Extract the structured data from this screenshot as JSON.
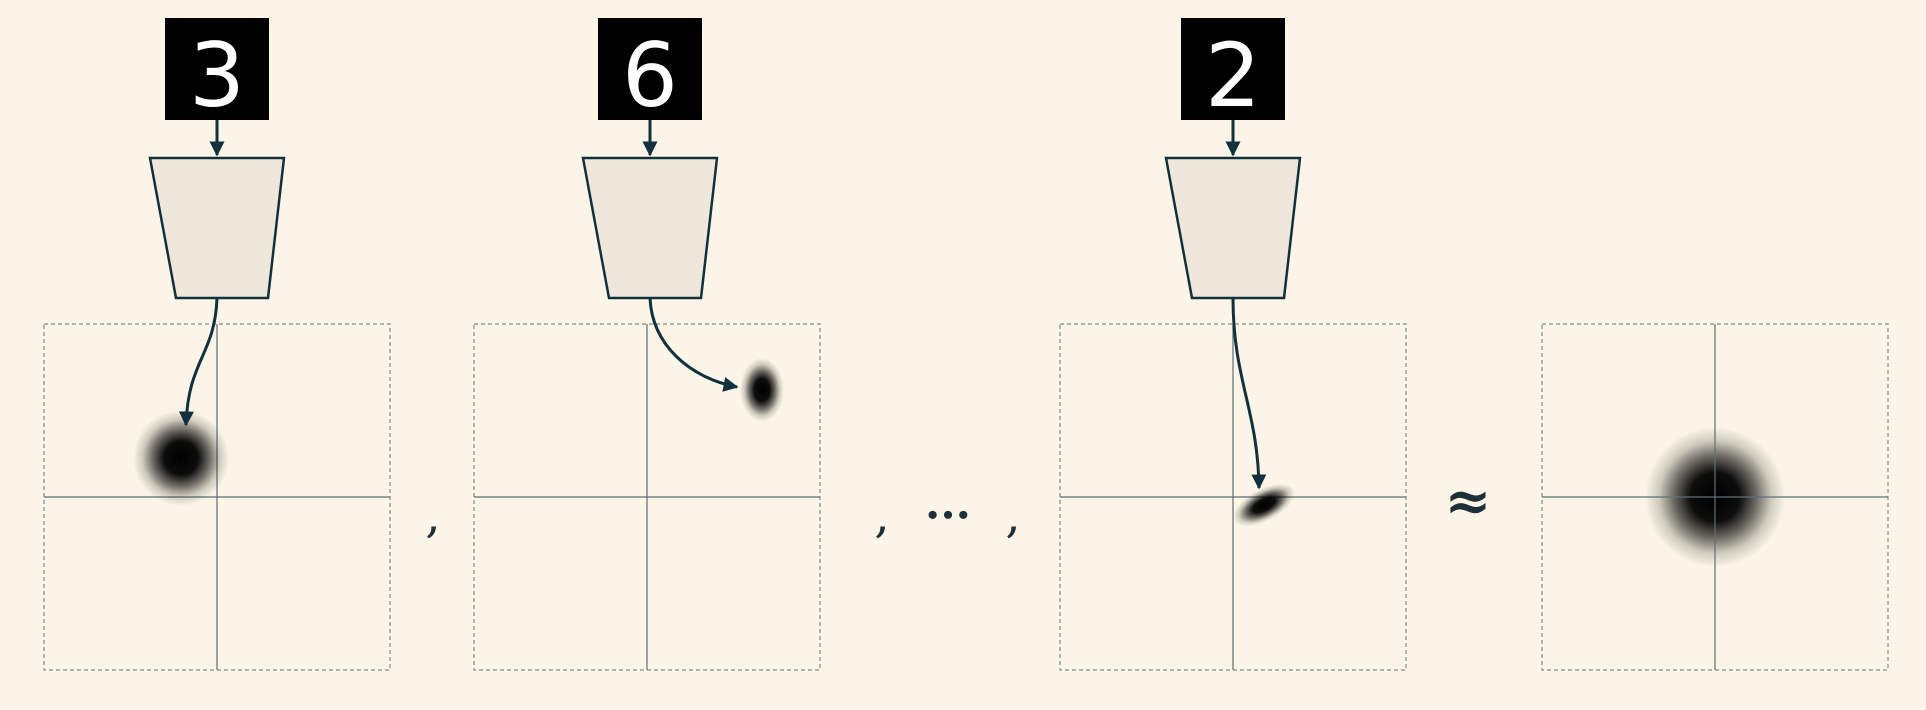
{
  "title": "",
  "colors": {
    "background": "#faf5e6",
    "encoder_fill": "#efe8da",
    "stroke": "#13303d",
    "digit_bg": "#000000",
    "digit_fg": "#ffffff",
    "axis": "#5f6f77",
    "frame": "#8a8a8a",
    "blob": "#000000"
  },
  "panels": [
    {
      "id": "sample-1",
      "digit": "3",
      "icon": "mnist-digit-3"
    },
    {
      "id": "sample-2",
      "digit": "6",
      "icon": "mnist-digit-6"
    },
    {
      "id": "sample-n",
      "digit": "2",
      "icon": "mnist-digit-2"
    },
    {
      "id": "prior",
      "digit": "",
      "icon": ""
    }
  ],
  "separators": {
    "comma_1": ",",
    "comma_2": ",",
    "ellipsis": "···",
    "comma_3": ",",
    "approx": "≈"
  }
}
